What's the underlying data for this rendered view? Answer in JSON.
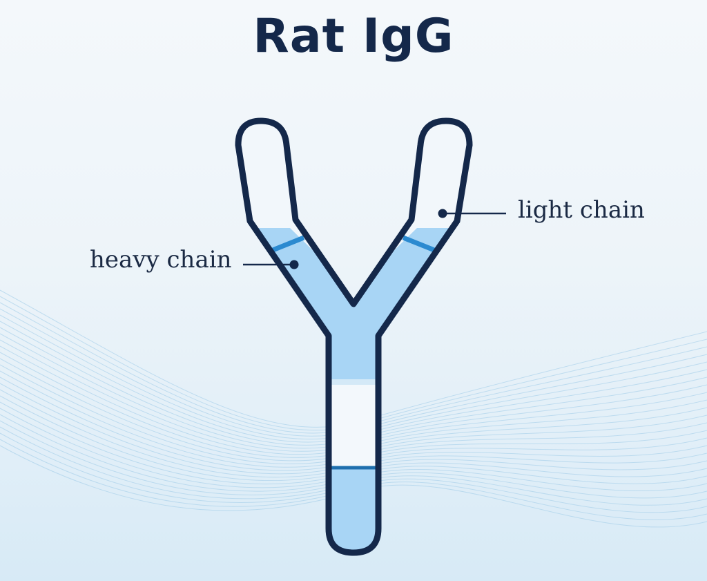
{
  "title": "Rat IgG",
  "labels": {
    "heavy_chain": "heavy chain",
    "light_chain": "light chain"
  },
  "colors": {
    "outline": "#14284a",
    "fill_blue": "#a8d5f5",
    "band_blue": "#2b8ad0",
    "hinge_white": "#f3f8fc",
    "background": "#eef5fa"
  }
}
